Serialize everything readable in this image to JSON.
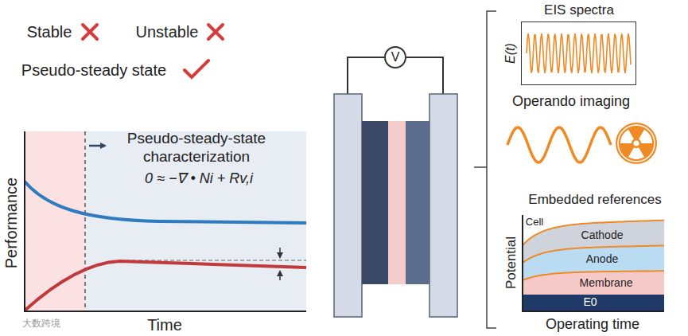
{
  "diagram": {
    "nodes": [
      {
        "text": [
          "Pseudo-steady-state characterization",
          "0 ≈ −∇ • Ni + Rv,i"
        ]
      },
      {
        "text": [
          "EIS spectra"
        ]
      },
      {
        "text": [
          "V"
        ]
      },
      {
        "text": [
          "Embedded references"
        ]
      },
      {
        "text": [
          "Cell"
        ],
        "in": 3
      },
      {
        "text": [
          "Cathode"
        ],
        "in": 3
      },
      {
        "text": [
          "Anode"
        ],
        "in": 3
      },
      {
        "text": [
          "Membrane"
        ],
        "in": 3
      },
      {
        "text": [
          "E0"
        ],
        "in": 3
      }
    ],
    "labels": [
      "Stable",
      "Unstable",
      "Pseudo-steady state",
      "Performance",
      "Time",
      "E(t)",
      "Operando imaging",
      "Potential",
      "Operating time",
      "大数跨境"
    ]
  }
}
